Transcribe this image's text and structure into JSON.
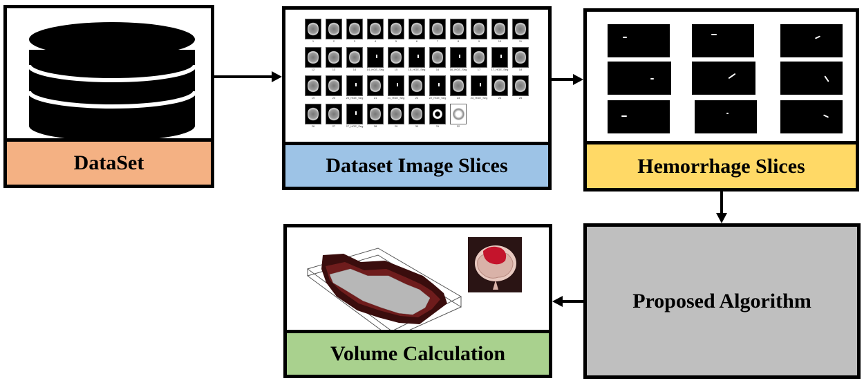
{
  "diagram": {
    "dataset_label": "DataSet",
    "slices_label": "Dataset Image Slices",
    "hemorrhage_label": "Hemorrhage Slices",
    "algorithm_label": "Proposed Algorithm",
    "volume_label": "Volume Calculation"
  },
  "colors": {
    "dataset_fill": "#F4B183",
    "slices_fill": "#9DC3E6",
    "hemorrhage_fill": "#FFD966",
    "algorithm_fill": "#BFBFBF",
    "volume_fill": "#A9D18E"
  },
  "ct_grid": {
    "rows": [
      {
        "kinds": [
          "scan",
          "scan",
          "scan",
          "scan",
          "scan",
          "scan",
          "scan",
          "scan",
          "scan",
          "scan",
          "scan"
        ],
        "captions": [
          "1",
          "2",
          "3",
          "4",
          "5",
          "6",
          "7",
          "8",
          "9",
          "10",
          "11"
        ]
      },
      {
        "kinds": [
          "scan",
          "scan",
          "scan",
          "seg",
          "scan",
          "seg",
          "scan",
          "seg",
          "scan",
          "seg",
          "scan"
        ],
        "captions": [
          "12",
          "13",
          "14",
          "14_HGE_Seg",
          "15",
          "15_HGE_Seg",
          "16",
          "16_HGE_Seg",
          "17",
          "17_HGE_Seg",
          "18"
        ]
      },
      {
        "kinds": [
          "scan",
          "scan",
          "seg",
          "scan",
          "seg",
          "scan",
          "seg",
          "scan",
          "seg",
          "scan",
          "scan"
        ],
        "captions": [
          "19",
          "20",
          "20_HGE_Seg",
          "21",
          "21_HGE_Seg",
          "22",
          "22_HGE_Seg",
          "23",
          "23_HGE_Seg",
          "24",
          "25"
        ]
      },
      {
        "kinds": [
          "scan",
          "scan",
          "seg",
          "scan",
          "scan",
          "scan",
          "ring",
          "whiteblob"
        ],
        "captions": [
          "26",
          "27",
          "27_HGE_Seg",
          "28",
          "29",
          "30",
          "31",
          "32"
        ]
      }
    ]
  }
}
